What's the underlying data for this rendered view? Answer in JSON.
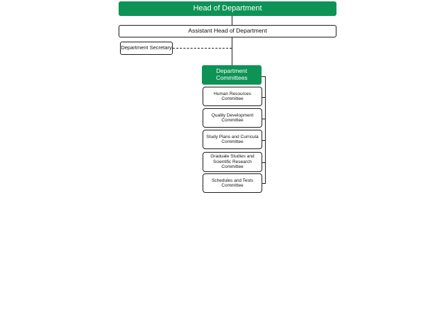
{
  "org_chart": {
    "head": "Head of Department",
    "assistant": "Assistant Head of Department",
    "secretary": "Department Secretary",
    "committees_group": "Department Committees",
    "committees": [
      "Human Resources Committee",
      "Quality Development Committee",
      "Study Plans and Curricula Committee",
      "Graduate Studies and Scientific Research Committee",
      "Schedules and Tests Committee"
    ]
  },
  "colors": {
    "accent_green": "#0e9356",
    "line": "#1a1a1a",
    "box_fill": "#ffffff"
  }
}
